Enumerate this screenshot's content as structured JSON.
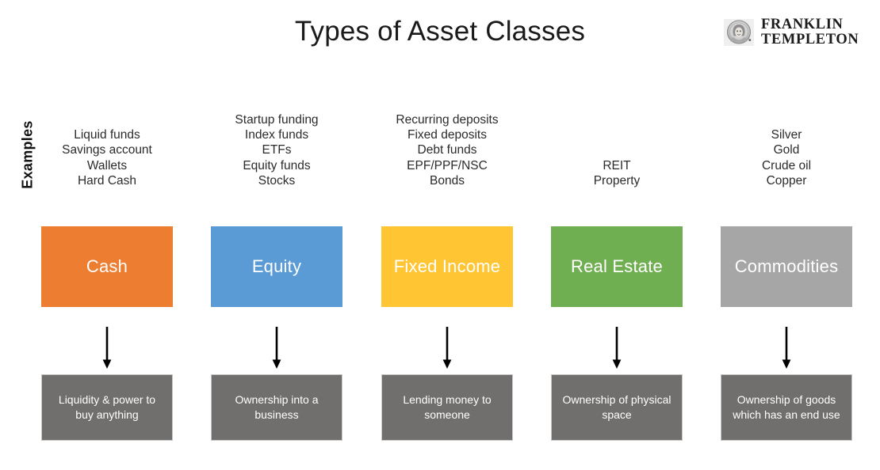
{
  "header": {
    "title": "Types of Asset Classes",
    "brand": {
      "line1": "FRANKLIN",
      "line2": "TEMPLETON",
      "medallion_alt": "benjamin-franklin-portrait"
    }
  },
  "axis": {
    "examples_label": "Examples"
  },
  "colors": {
    "cash": "#ED7D31",
    "equity": "#5B9BD5",
    "fixed_income": "#FFC533",
    "real_estate": "#6FAF51",
    "commodities": "#A6A6A6",
    "description_box": "#706F6E",
    "arrow": "#000000",
    "title_text": "#1a1a1a"
  },
  "columns": [
    {
      "name": "Cash",
      "color": "#ED7D31",
      "examples": [
        "Liquid funds",
        "Savings account",
        "Wallets",
        "Hard Cash"
      ],
      "description": "Liquidity & power to buy anything"
    },
    {
      "name": "Equity",
      "color": "#5B9BD5",
      "examples": [
        "Startup funding",
        "Index funds",
        "ETFs",
        "Equity funds",
        "Stocks"
      ],
      "description": "Ownership into a business"
    },
    {
      "name": "Fixed Income",
      "color": "#FFC533",
      "examples": [
        "Recurring deposits",
        "Fixed deposits",
        "Debt funds",
        "EPF/PPF/NSC",
        "Bonds"
      ],
      "description": "Lending money to someone"
    },
    {
      "name": "Real Estate",
      "color": "#6FAF51",
      "examples": [
        "REIT",
        "Property"
      ],
      "description": "Ownership of physical space"
    },
    {
      "name": "Commodities",
      "color": "#A6A6A6",
      "examples": [
        "Silver",
        "Gold",
        "Crude oil",
        "Copper"
      ],
      "description": "Ownership of goods which has an end use"
    }
  ]
}
